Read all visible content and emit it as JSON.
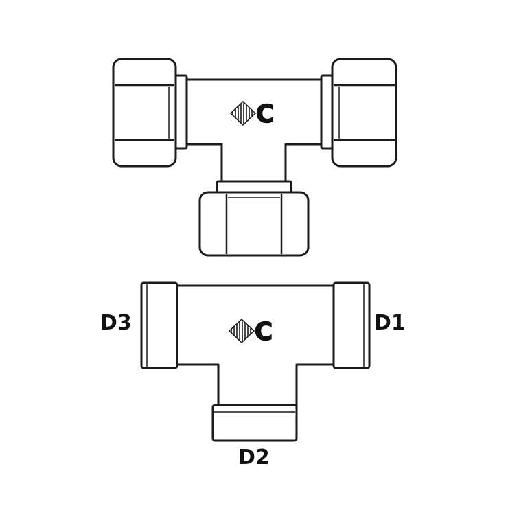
{
  "labels": {
    "d1": "D1",
    "d2": "D2",
    "d3": "D3"
  },
  "logo": {
    "letter": "C",
    "icon": "diamond-hatch-icon"
  },
  "colors": {
    "line": "#1a1a1a",
    "fill": "#ffffff"
  }
}
